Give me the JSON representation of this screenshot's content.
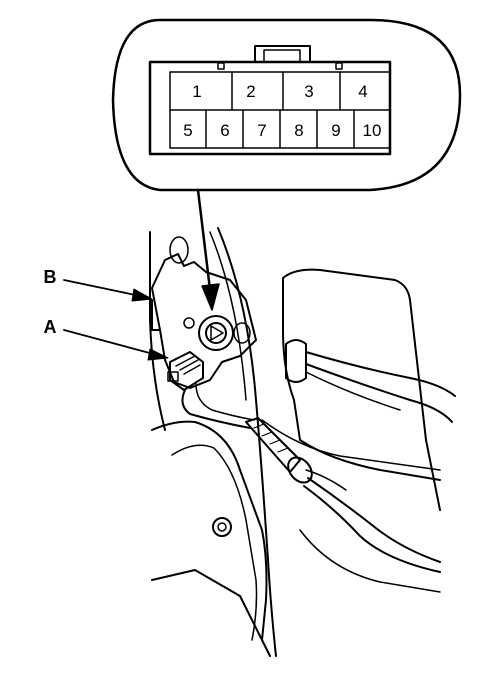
{
  "connector": {
    "top_row": [
      "1",
      "2",
      "3",
      "4"
    ],
    "bottom_row": [
      "5",
      "6",
      "7",
      "8",
      "9",
      "10"
    ]
  },
  "callouts": {
    "a": "A",
    "b": "B"
  },
  "colors": {
    "line": "#000000",
    "background": "#ffffff"
  }
}
